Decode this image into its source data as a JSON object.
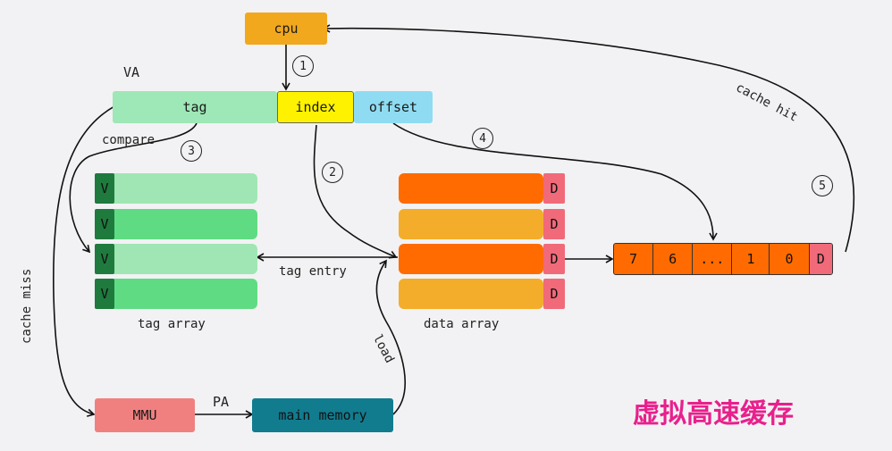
{
  "cpu": "cpu",
  "va": "VA",
  "tag": "tag",
  "index": "index",
  "offset": "offset",
  "compare": "compare",
  "cache_hit": "cache hit",
  "cache_miss": "cache miss",
  "tag_entry": "tag entry",
  "tag_array": "tag array",
  "data_array": "data array",
  "mmu": "MMU",
  "pa": "PA",
  "main_memory": "main memory",
  "load": "load",
  "title": "虚拟高速缓存",
  "steps": [
    "1",
    "2",
    "3",
    "4",
    "5"
  ],
  "v_flag": "V",
  "d_flag": "D",
  "cache_line": [
    "7",
    "6",
    "...",
    "1",
    "0",
    "D"
  ],
  "colors": {
    "cpu": "#f2a81d",
    "tag": "#9ee7b6",
    "index": "#fff200",
    "offset": "#8fdcf2",
    "tag_row_light": "#9fe6b4",
    "tag_row_dark": "#5fdc83",
    "v_cell": "#1f7a3e",
    "data_row_orange": "#ff6b00",
    "data_row_yellow": "#f4ad2a",
    "d_cell": "#f06a7a",
    "line_orange": "#ff6b00",
    "mmu": "#f08080",
    "main_memory": "#127c8f",
    "title": "#e8208c"
  }
}
